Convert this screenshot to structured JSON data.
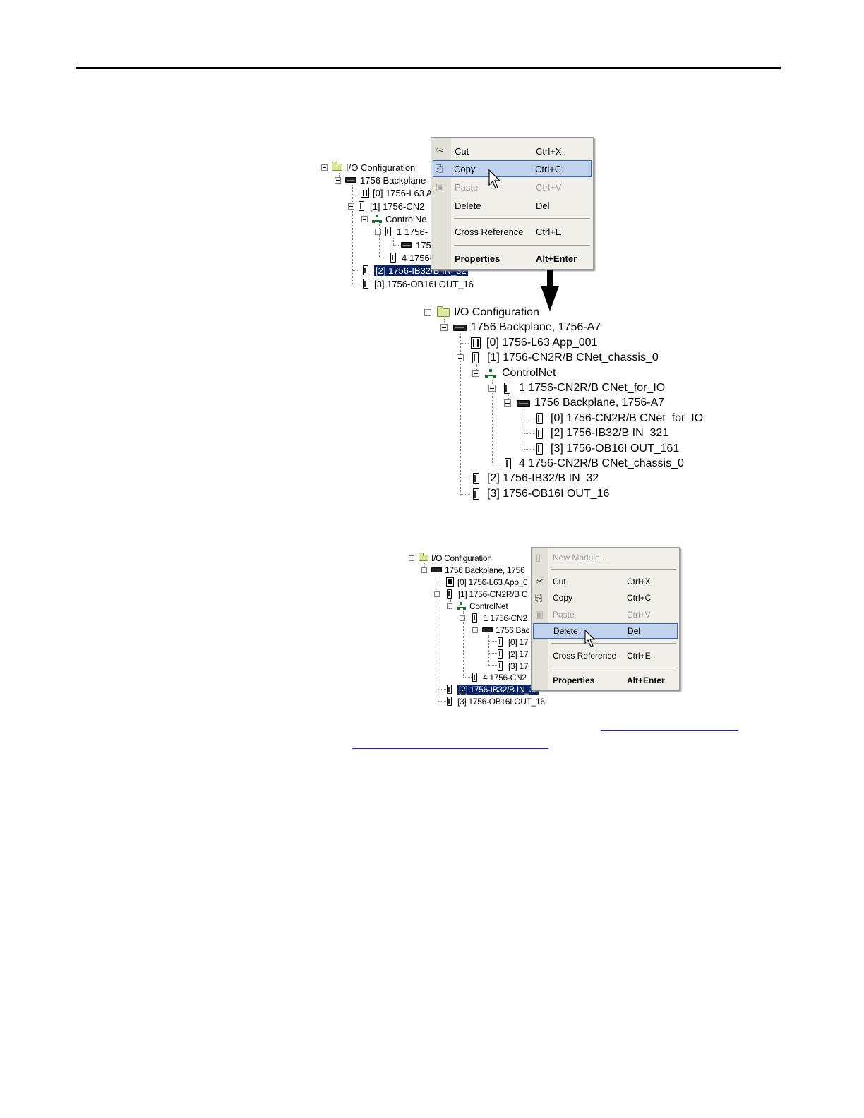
{
  "fig1": {
    "tree": [
      "I/O Configuration",
      "1756 Backplane",
      "[0] 1756-L63 A",
      "[1] 1756-CN2",
      "ControlNe",
      "1 1756-",
      "175",
      "4 1756-",
      "[2] 1756-IB32/B IN_32",
      "[3] 1756-OB16I OUT_16"
    ],
    "menu": {
      "cut": {
        "label": "Cut",
        "key": "Ctrl+X"
      },
      "copy": {
        "label": "Copy",
        "key": "Ctrl+C"
      },
      "paste": {
        "label": "Paste",
        "key": "Ctrl+V"
      },
      "delete": {
        "label": "Delete",
        "key": "Del"
      },
      "xref": {
        "label": "Cross Reference",
        "key": "Ctrl+E"
      },
      "props": {
        "label": "Properties",
        "key": "Alt+Enter"
      }
    }
  },
  "fig2": {
    "tree": [
      "I/O Configuration",
      "1756 Backplane, 1756-A7",
      "[0] 1756-L63 App_001",
      "[1] 1756-CN2R/B CNet_chassis_0",
      "ControlNet",
      "1 1756-CN2R/B CNet_for_IO",
      "1756 Backplane, 1756-A7",
      "[0] 1756-CN2R/B CNet_for_IO",
      "[2] 1756-IB32/B IN_321",
      "[3] 1756-OB16I OUT_161",
      "4 1756-CN2R/B CNet_chassis_0",
      "[2] 1756-IB32/B IN_32",
      "[3] 1756-OB16I OUT_16"
    ]
  },
  "fig3": {
    "tree": [
      "I/O Configuration",
      "1756 Backplane, 1756",
      "[0] 1756-L63 App_0",
      "[1] 1756-CN2R/B C",
      "ControlNet",
      "1 1756-CN2",
      "1756 Bac",
      "[0] 17",
      "[2] 17",
      "[3] 17",
      "4 1756-CN2",
      "[2] 1756-IB32/B IN_32",
      "[3] 1756-OB16I OUT_16"
    ],
    "menu": {
      "newmod": {
        "label": "New Module...",
        "key": ""
      },
      "cut": {
        "label": "Cut",
        "key": "Ctrl+X"
      },
      "copy": {
        "label": "Copy",
        "key": "Ctrl+C"
      },
      "paste": {
        "label": "Paste",
        "key": "Ctrl+V"
      },
      "delete": {
        "label": "Delete",
        "key": "Del"
      },
      "xref": {
        "label": "Cross Reference",
        "key": "Ctrl+E"
      },
      "props": {
        "label": "Properties",
        "key": "Alt+Enter"
      }
    }
  }
}
